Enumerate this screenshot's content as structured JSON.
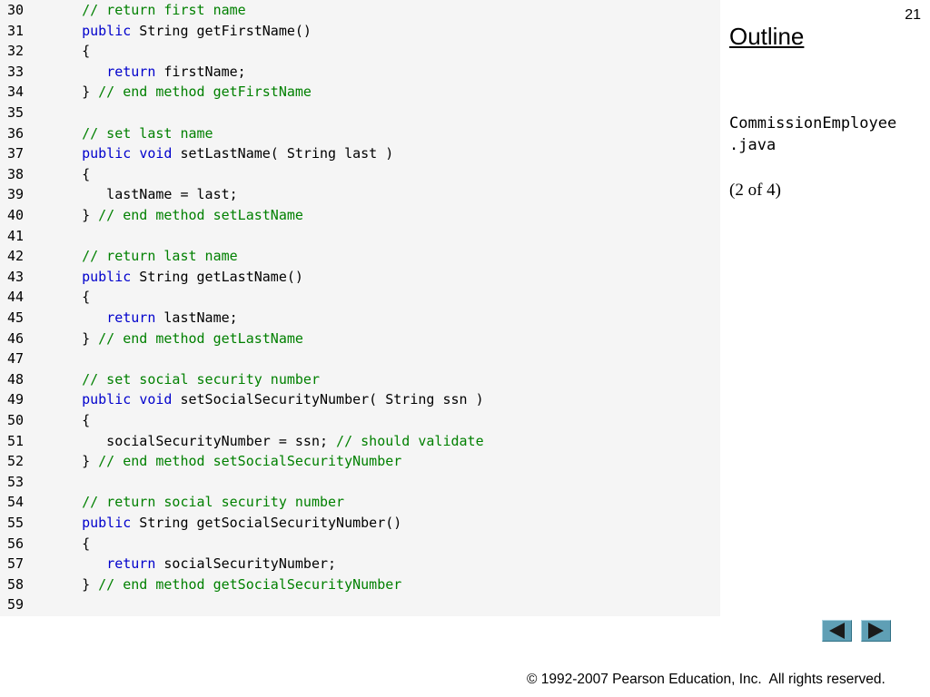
{
  "slide": {
    "number": "21",
    "outline_title": "Outline",
    "file_name_line1": "CommissionEmployee",
    "file_name_line2": ".java",
    "page_indicator": "(2 of 4)",
    "copyright": "© 1992-2007 Pearson Education, Inc.  All rights reserved."
  },
  "nav": {
    "prev_icon": "triangle-left-icon",
    "next_icon": "triangle-right-icon",
    "color": "#5f9fb5"
  },
  "colors": {
    "keyword": "#0000cc",
    "comment": "#008000",
    "text": "#000000",
    "panel": "#f5f5f5"
  },
  "code_lines": [
    {
      "num": "30",
      "segs": [
        {
          "t": "   ",
          "c": "tx"
        },
        {
          "t": "// return first name",
          "c": "cm"
        }
      ]
    },
    {
      "num": "31",
      "segs": [
        {
          "t": "   ",
          "c": "tx"
        },
        {
          "t": "public",
          "c": "kw"
        },
        {
          "t": " String getFirstName()",
          "c": "tx"
        }
      ]
    },
    {
      "num": "32",
      "segs": [
        {
          "t": "   {",
          "c": "tx"
        }
      ]
    },
    {
      "num": "33",
      "segs": [
        {
          "t": "      ",
          "c": "tx"
        },
        {
          "t": "return",
          "c": "kw"
        },
        {
          "t": " firstName;",
          "c": "tx"
        }
      ]
    },
    {
      "num": "34",
      "segs": [
        {
          "t": "   } ",
          "c": "tx"
        },
        {
          "t": "// end method getFirstName",
          "c": "cm"
        }
      ]
    },
    {
      "num": "35",
      "segs": []
    },
    {
      "num": "36",
      "segs": [
        {
          "t": "   ",
          "c": "tx"
        },
        {
          "t": "// set last name",
          "c": "cm"
        }
      ]
    },
    {
      "num": "37",
      "segs": [
        {
          "t": "   ",
          "c": "tx"
        },
        {
          "t": "public",
          "c": "kw"
        },
        {
          "t": " ",
          "c": "tx"
        },
        {
          "t": "void",
          "c": "kw"
        },
        {
          "t": " setLastName( String last )",
          "c": "tx"
        }
      ]
    },
    {
      "num": "38",
      "segs": [
        {
          "t": "   {",
          "c": "tx"
        }
      ]
    },
    {
      "num": "39",
      "segs": [
        {
          "t": "      lastName = last;",
          "c": "tx"
        }
      ]
    },
    {
      "num": "40",
      "segs": [
        {
          "t": "   } ",
          "c": "tx"
        },
        {
          "t": "// end method setLastName",
          "c": "cm"
        }
      ]
    },
    {
      "num": "41",
      "segs": []
    },
    {
      "num": "42",
      "segs": [
        {
          "t": "   ",
          "c": "tx"
        },
        {
          "t": "// return last name",
          "c": "cm"
        }
      ]
    },
    {
      "num": "43",
      "segs": [
        {
          "t": "   ",
          "c": "tx"
        },
        {
          "t": "public",
          "c": "kw"
        },
        {
          "t": " String getLastName()",
          "c": "tx"
        }
      ]
    },
    {
      "num": "44",
      "segs": [
        {
          "t": "   {",
          "c": "tx"
        }
      ]
    },
    {
      "num": "45",
      "segs": [
        {
          "t": "      ",
          "c": "tx"
        },
        {
          "t": "return",
          "c": "kw"
        },
        {
          "t": " lastName;",
          "c": "tx"
        }
      ]
    },
    {
      "num": "46",
      "segs": [
        {
          "t": "   } ",
          "c": "tx"
        },
        {
          "t": "// end method getLastName",
          "c": "cm"
        }
      ]
    },
    {
      "num": "47",
      "segs": []
    },
    {
      "num": "48",
      "segs": [
        {
          "t": "   ",
          "c": "tx"
        },
        {
          "t": "// set social security number",
          "c": "cm"
        }
      ]
    },
    {
      "num": "49",
      "segs": [
        {
          "t": "   ",
          "c": "tx"
        },
        {
          "t": "public",
          "c": "kw"
        },
        {
          "t": " ",
          "c": "tx"
        },
        {
          "t": "void",
          "c": "kw"
        },
        {
          "t": " setSocialSecurityNumber( String ssn )",
          "c": "tx"
        }
      ]
    },
    {
      "num": "50",
      "segs": [
        {
          "t": "   {",
          "c": "tx"
        }
      ]
    },
    {
      "num": "51",
      "segs": [
        {
          "t": "      socialSecurityNumber = ssn; ",
          "c": "tx"
        },
        {
          "t": "// should validate",
          "c": "cm"
        }
      ]
    },
    {
      "num": "52",
      "segs": [
        {
          "t": "   } ",
          "c": "tx"
        },
        {
          "t": "// end method setSocialSecurityNumber",
          "c": "cm"
        }
      ]
    },
    {
      "num": "53",
      "segs": []
    },
    {
      "num": "54",
      "segs": [
        {
          "t": "   ",
          "c": "tx"
        },
        {
          "t": "// return social security number",
          "c": "cm"
        }
      ]
    },
    {
      "num": "55",
      "segs": [
        {
          "t": "   ",
          "c": "tx"
        },
        {
          "t": "public",
          "c": "kw"
        },
        {
          "t": " String getSocialSecurityNumber()",
          "c": "tx"
        }
      ]
    },
    {
      "num": "56",
      "segs": [
        {
          "t": "   {",
          "c": "tx"
        }
      ]
    },
    {
      "num": "57",
      "segs": [
        {
          "t": "      ",
          "c": "tx"
        },
        {
          "t": "return",
          "c": "kw"
        },
        {
          "t": " socialSecurityNumber;",
          "c": "tx"
        }
      ]
    },
    {
      "num": "58",
      "segs": [
        {
          "t": "   } ",
          "c": "tx"
        },
        {
          "t": "// end method getSocialSecurityNumber",
          "c": "cm"
        }
      ]
    },
    {
      "num": "59",
      "segs": []
    }
  ]
}
